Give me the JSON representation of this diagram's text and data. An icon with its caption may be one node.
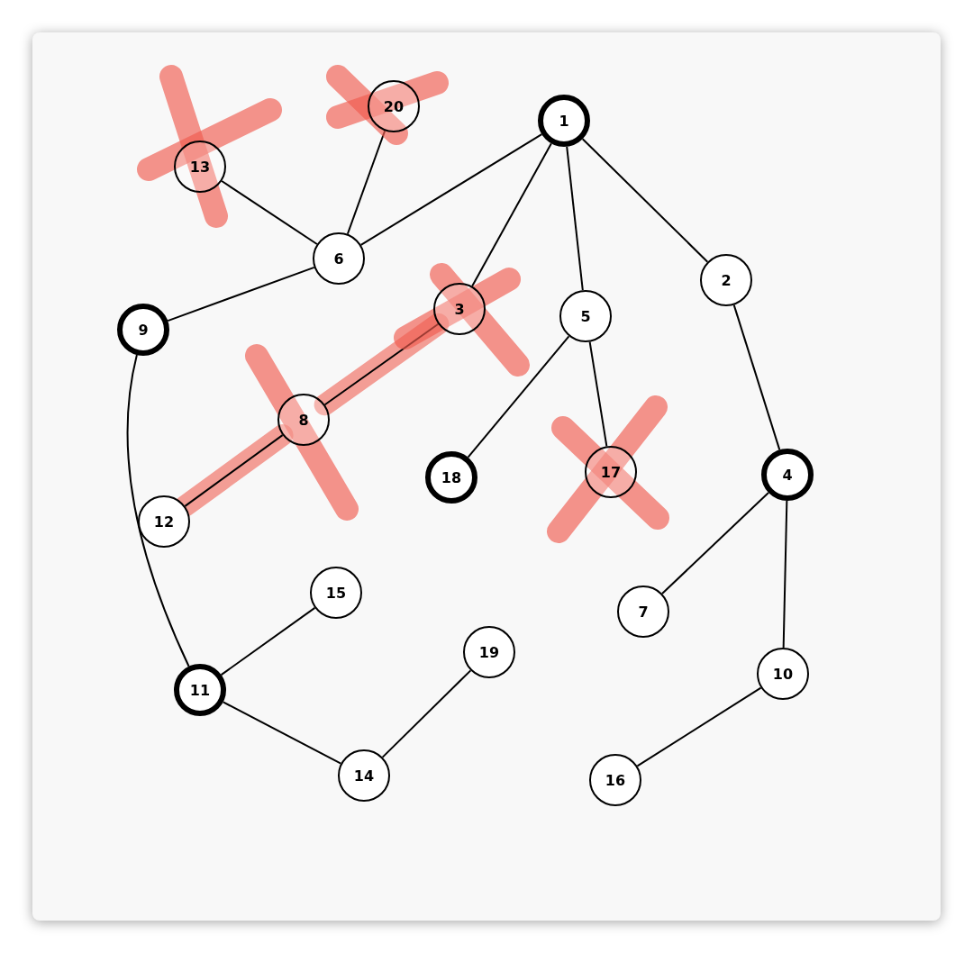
{
  "diagram": {
    "nodes": [
      {
        "text": [
          "1"
        ]
      },
      {
        "text": [
          "2"
        ]
      },
      {
        "text": [
          "3"
        ]
      },
      {
        "text": [
          "4"
        ]
      },
      {
        "text": [
          "5"
        ]
      },
      {
        "text": [
          "6"
        ]
      },
      {
        "text": [
          "7"
        ]
      },
      {
        "text": [
          "8"
        ]
      },
      {
        "text": [
          "9"
        ]
      },
      {
        "text": [
          "10"
        ]
      },
      {
        "text": [
          "11"
        ]
      },
      {
        "text": [
          "12"
        ]
      },
      {
        "text": [
          "13"
        ]
      },
      {
        "text": [
          "14"
        ]
      },
      {
        "text": [
          "15"
        ]
      },
      {
        "text": [
          "16"
        ]
      },
      {
        "text": [
          "17"
        ]
      },
      {
        "text": [
          "18"
        ]
      },
      {
        "text": [
          "19"
        ]
      },
      {
        "text": [
          "20"
        ]
      }
    ],
    "edges": [
      {
        "from": 0,
        "to": 5,
        "arrow": "none"
      },
      {
        "from": 0,
        "to": 2,
        "arrow": "none"
      },
      {
        "from": 0,
        "to": 4,
        "arrow": "none"
      },
      {
        "from": 0,
        "to": 1,
        "arrow": "none"
      },
      {
        "from": 1,
        "to": 3,
        "arrow": "none"
      },
      {
        "from": 4,
        "to": 17,
        "arrow": "none"
      },
      {
        "from": 4,
        "to": 16,
        "arrow": "none"
      },
      {
        "from": 12,
        "to": 5,
        "arrow": "none"
      },
      {
        "from": 19,
        "to": 5,
        "arrow": "none"
      },
      {
        "from": 5,
        "to": 8,
        "arrow": "none"
      },
      {
        "from": 2,
        "to": 7,
        "arrow": "none",
        "style": "thick",
        "color": "#ef6b60"
      },
      {
        "from": 7,
        "to": 11,
        "arrow": "none",
        "style": "thick",
        "color": "#ef6b60"
      },
      {
        "from": 8,
        "to": 10,
        "arrow": "none"
      },
      {
        "from": 10,
        "to": 14,
        "arrow": "none"
      },
      {
        "from": 10,
        "to": 13,
        "arrow": "none"
      },
      {
        "from": 13,
        "to": 18,
        "arrow": "none"
      },
      {
        "from": 3,
        "to": 6,
        "arrow": "none"
      },
      {
        "from": 3,
        "to": 9,
        "arrow": "none"
      },
      {
        "from": 9,
        "to": 15,
        "arrow": "none"
      }
    ]
  }
}
